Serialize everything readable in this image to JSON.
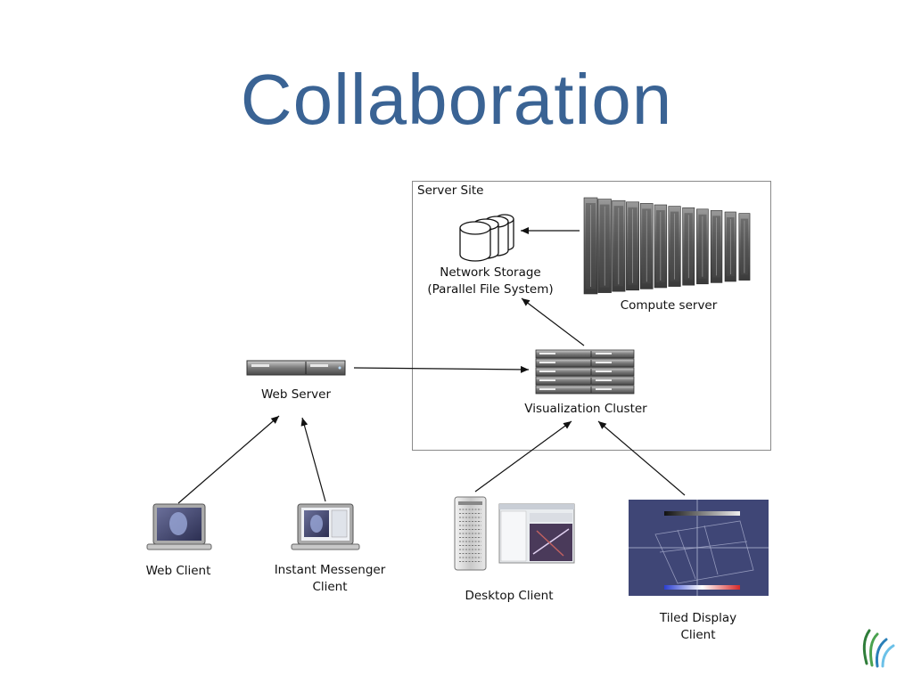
{
  "slide": {
    "title": "Collaboration"
  },
  "diagram": {
    "server_site_label": "Server Site",
    "nodes": {
      "network_storage": {
        "line1": "Network Storage",
        "line2": "(Parallel File System)"
      },
      "compute_server": {
        "label": "Compute server"
      },
      "visualization_cluster": {
        "label": "Visualization Cluster"
      },
      "web_server": {
        "label": "Web Server"
      },
      "web_client": {
        "label": "Web Client"
      },
      "im_client": {
        "line1": "Instant Messenger",
        "line2": "Client"
      },
      "desktop_client": {
        "label": "Desktop Client"
      },
      "tiled_display": {
        "line1": "Tiled Display",
        "line2": "Client"
      }
    }
  }
}
